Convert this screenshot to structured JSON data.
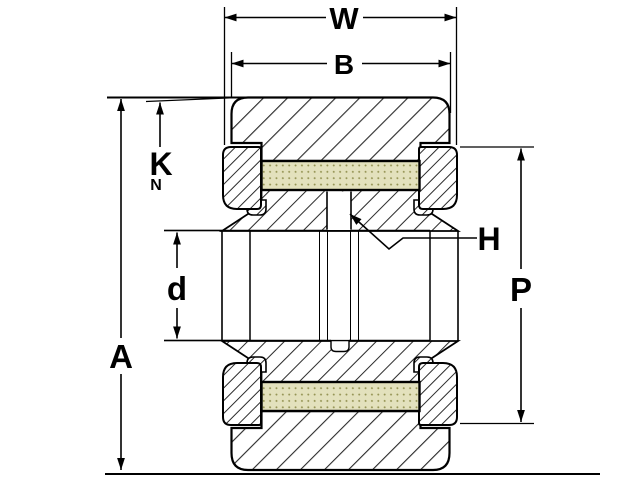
{
  "diagram": {
    "kind": "bearing-cross-section-drawing",
    "description": "Cross-section engineering drawing of a yoke-type track roller bearing with dimension callouts",
    "colors": {
      "background": "#ffffff",
      "line": "#000000",
      "hatch": "#2b2b2b",
      "roller_fill": "#e3e1bd",
      "roller_dots": "#91904f"
    },
    "labels": {
      "overall_width": "W",
      "ring_width": "B",
      "crown_drop": "K",
      "crown_drop_sub": "N",
      "bore_diameter": "d",
      "outer_diameter": "A",
      "lube_hole": "H",
      "endplate_diameter": "P"
    }
  }
}
